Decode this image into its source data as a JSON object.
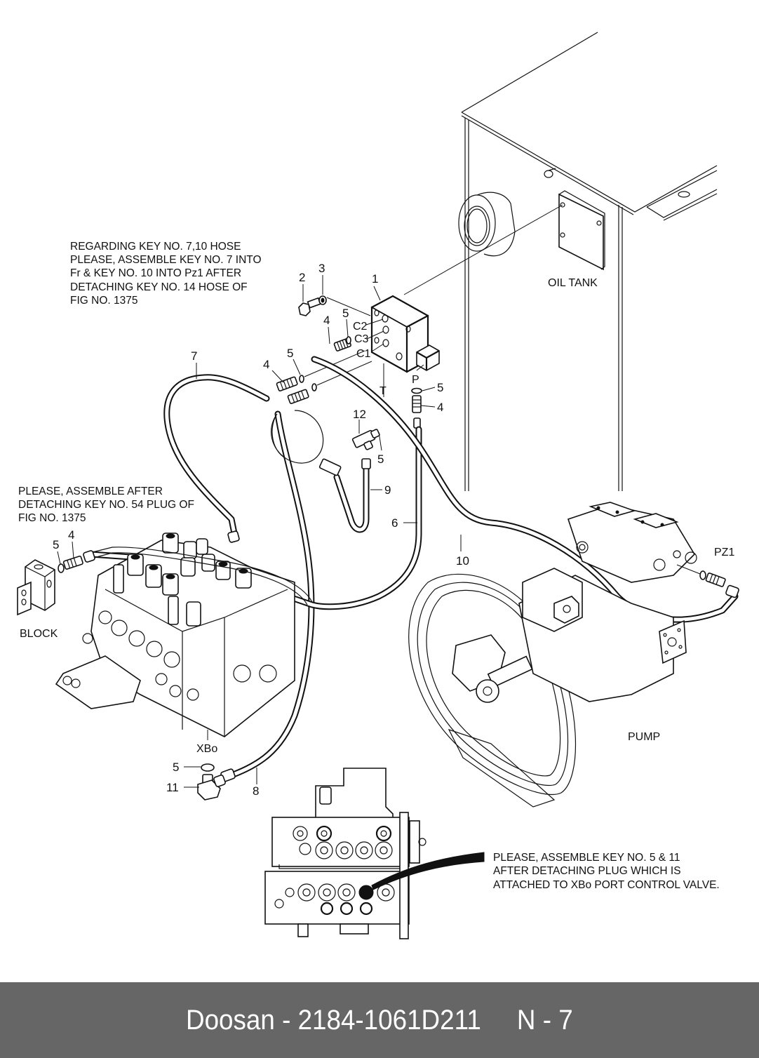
{
  "diagram": {
    "notes": {
      "top_left": [
        "REGARDING KEY NO. 7,10 HOSE",
        "PLEASE, ASSEMBLE KEY NO. 7 INTO",
        "Fr & KEY NO. 10 INTO Pz1 AFTER",
        "DETACHING KEY NO. 14 HOSE OF",
        "FIG NO. 1375"
      ],
      "middle_left": [
        "PLEASE, ASSEMBLE AFTER",
        "DETACHING KEY NO. 54 PLUG OF",
        "FIG NO. 1375"
      ],
      "bottom_right": [
        "PLEASE, ASSEMBLE KEY NO. 5 & 11",
        "AFTER DETACHING PLUG WHICH IS",
        "ATTACHED TO XBo PORT CONTROL VALVE."
      ]
    },
    "component_labels": {
      "oil_tank": "OIL TANK",
      "pump": "PUMP",
      "block": "BLOCK",
      "pz1": "PZ1",
      "xbo": "XBo"
    },
    "port_labels": {
      "c1": "C1",
      "c2": "C2",
      "c3": "C3",
      "t": "T",
      "p": "P"
    },
    "callouts": {
      "k1": "1",
      "k2": "2",
      "k3": "3",
      "k4_top": "4",
      "k5_top": "5",
      "k4_left": "4",
      "k5_left": "5",
      "k5_p": "5",
      "k4_p": "4",
      "k7": "7",
      "k12": "12",
      "k5_tee": "5",
      "k9": "9",
      "k6": "6",
      "k10": "10",
      "k4_block": "4",
      "k5_block": "5",
      "k5_xbo": "5",
      "k11": "11",
      "k8": "8"
    }
  },
  "footer": {
    "brand": "Doosan",
    "separator": "-",
    "part_number": "2184-1061D211",
    "page": "N - 7"
  }
}
